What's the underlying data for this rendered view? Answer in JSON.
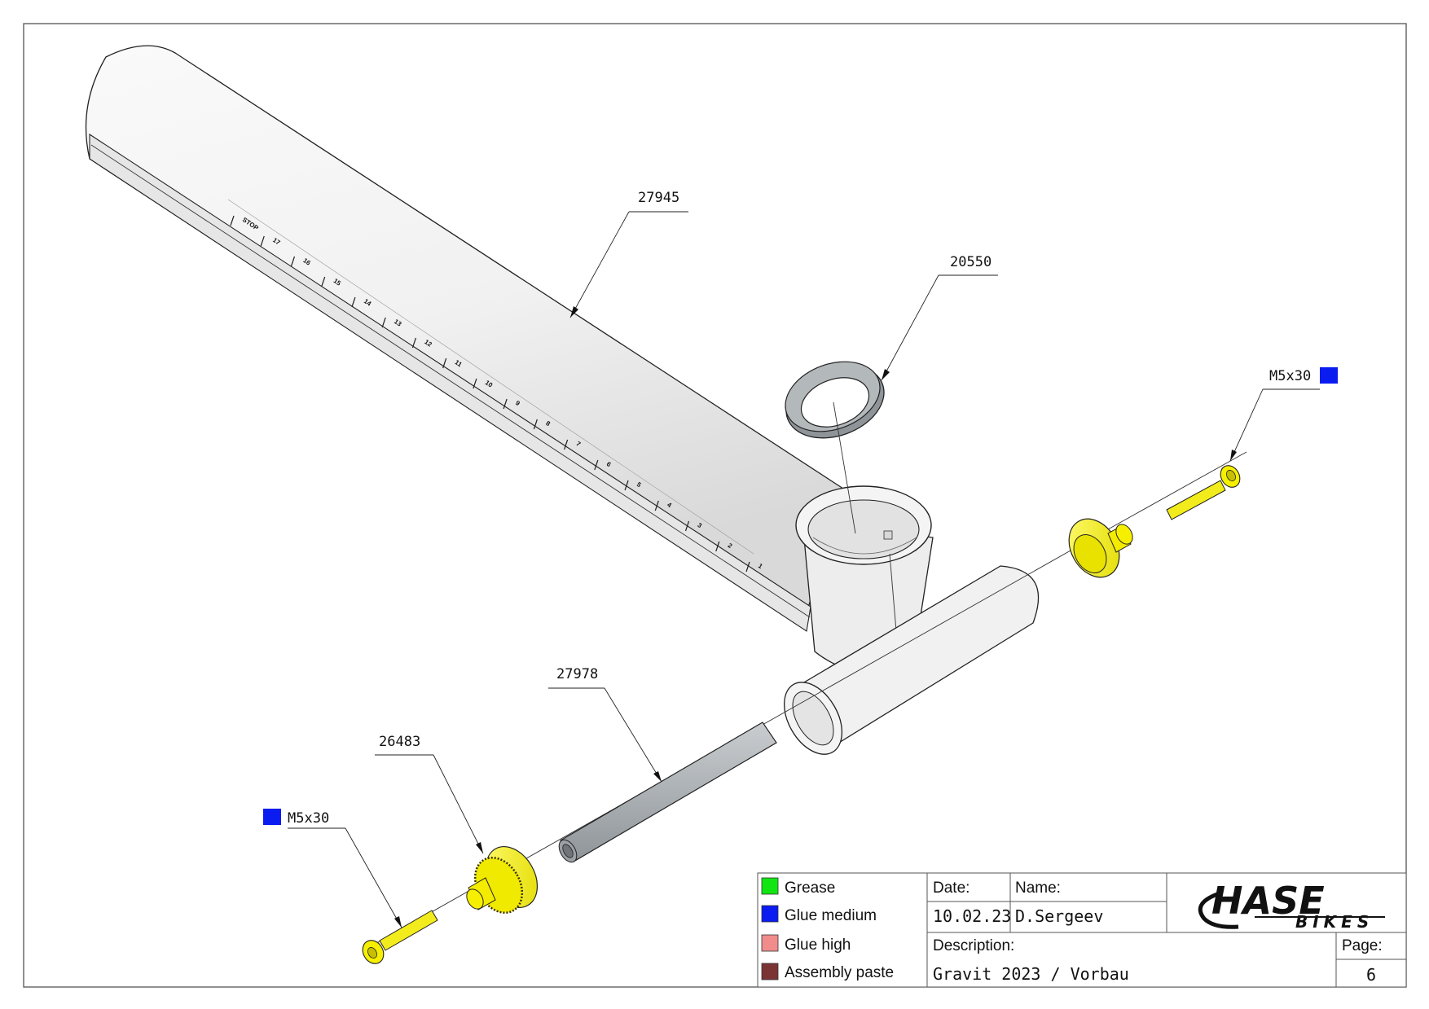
{
  "callouts": {
    "seat_tube": "27945",
    "bearing": "20550",
    "screw_right": "M5x30",
    "rod": "27978",
    "clamp_left": "26483",
    "screw_left": "M5x30"
  },
  "scale_labels": [
    "STOP",
    "17",
    "16",
    "15",
    "14",
    "13",
    "12",
    "11",
    "10",
    "9",
    "8",
    "7",
    "6",
    "5",
    "4",
    "3",
    "2",
    "1"
  ],
  "legend": [
    {
      "label": "Grease",
      "color": "#12e612"
    },
    {
      "label": "Glue medium",
      "color": "#0a1cf0"
    },
    {
      "label": "Glue high",
      "color": "#f08c8c"
    },
    {
      "label": "Assembly paste",
      "color": "#7a3434"
    }
  ],
  "glue_marker_color": "#0a1cf0",
  "title_block": {
    "date_label": "Date:",
    "date_value": "10.02.23",
    "name_label": "Name:",
    "name_value": "D.Sergeev",
    "description_label": "Description:",
    "description_value": "Gravit 2023 / Vorbau",
    "page_label": "Page:",
    "page_value": "6"
  },
  "logo": {
    "main": "HASE",
    "sub": "BIKES"
  },
  "colors": {
    "part_white": "#f2f2f2",
    "part_yellow": "#f6f000",
    "part_grey": "#a7adb2",
    "line": "#222222"
  }
}
